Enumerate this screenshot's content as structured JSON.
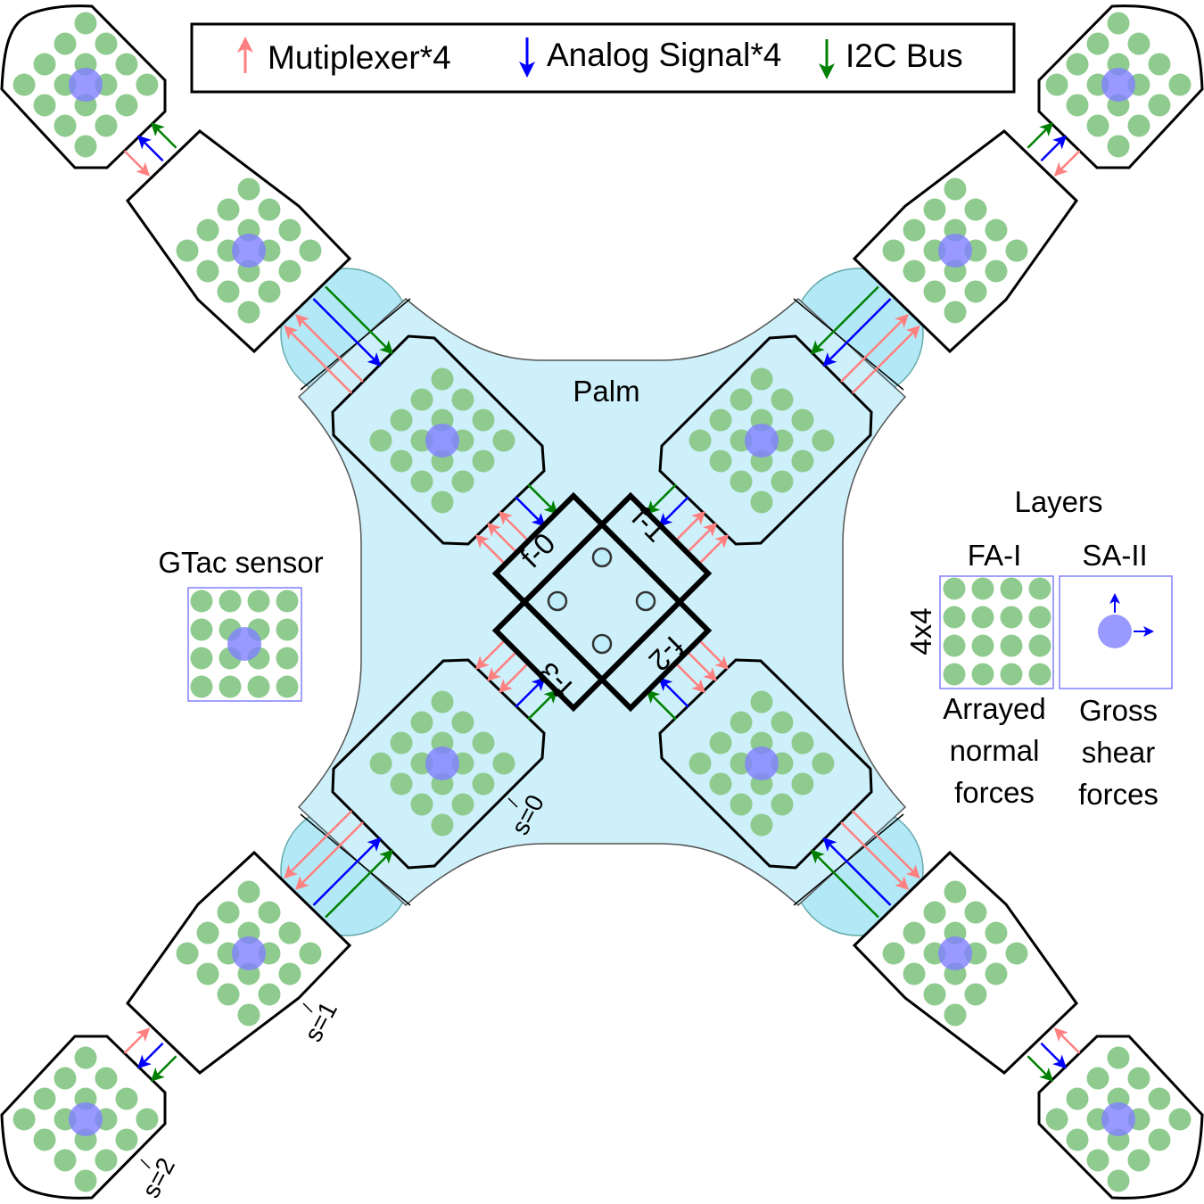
{
  "legend": {
    "items": [
      {
        "label": "Mutiplexer*4",
        "color": "#ff8080"
      },
      {
        "label": "Analog Signal*4",
        "color": "#0000ff"
      },
      {
        "label": "I2C Bus",
        "color": "#008000"
      }
    ]
  },
  "palm_label": "Palm",
  "finger_labels": [
    "f-0",
    "f-1",
    "f-2",
    "f-3"
  ],
  "segment_labels": [
    "s=0",
    "s=1",
    "s=2"
  ],
  "gtac": {
    "title": "GTac sensor"
  },
  "layers": {
    "title": "Layers",
    "fa": {
      "name": "FA-I",
      "grid": "4x4",
      "desc": [
        "Arrayed",
        "normal",
        "forces"
      ]
    },
    "sa": {
      "name": "SA-II",
      "desc": [
        "Gross",
        "shear",
        "forces"
      ]
    }
  },
  "colors": {
    "taxel": "#8fcb8f",
    "shear": "#8080ff",
    "palm": "#cdf0fa",
    "palm_corner": "#b3e9f7"
  }
}
